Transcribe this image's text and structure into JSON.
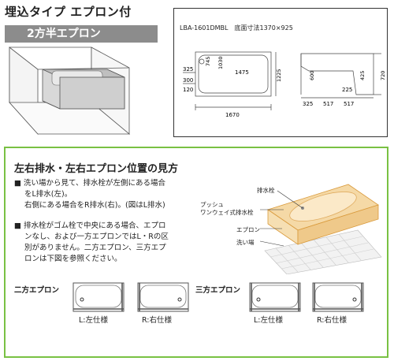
{
  "header": {
    "title": "埋込タイプ エプロン付",
    "badge": "2方半エプロン"
  },
  "spec": {
    "model": "LBA-1601DMBL　底面寸法1370×925",
    "dims": {
      "d325": "325",
      "d300": "300",
      "d120": "120",
      "d745": "745",
      "d1030": "1030",
      "d1475": "1475",
      "d1670": "1670",
      "d1225": "1225",
      "d600": "600",
      "d425": "425",
      "d720": "720",
      "d225": "225",
      "d325b": "325",
      "d517a": "517",
      "d517b": "517"
    }
  },
  "guide": {
    "heading": "左右排水・左右エプロン位置の見方",
    "bullet1": {
      "mark": "■",
      "line1": "洗い場から見て、排水栓が左側にある場合",
      "line2": "をL排水(左)。",
      "line3": "右側にある場合をR排水(右)。(図はL排水)"
    },
    "bullet2": {
      "mark": "■",
      "line1": "排水栓がゴム栓で中央にある場合、エプロ",
      "line2": "ンなし、および一方エプロンではL・Rの区",
      "line3": "別がありません。二方エプロン、三方エプ",
      "line4": "ロンは下図を参照ください。"
    },
    "labels": {
      "drain": "排水栓",
      "push1": "プッシュ",
      "push2": "ワンウェイ式排水栓",
      "apron": "エプロン",
      "wash": "洗い場"
    },
    "two_apron": {
      "label": "二方エプロン",
      "left": "L:左仕様",
      "right": "R:右仕様"
    },
    "three_apron": {
      "label": "三方エプロン",
      "left": "L:左仕様",
      "right": "R:右仕様"
    }
  },
  "colors": {
    "green_border": "#79c143",
    "badge_gray": "#8c8c8c",
    "tub_beige": "#f5d9a6",
    "tub_orange": "#e8a74c"
  }
}
